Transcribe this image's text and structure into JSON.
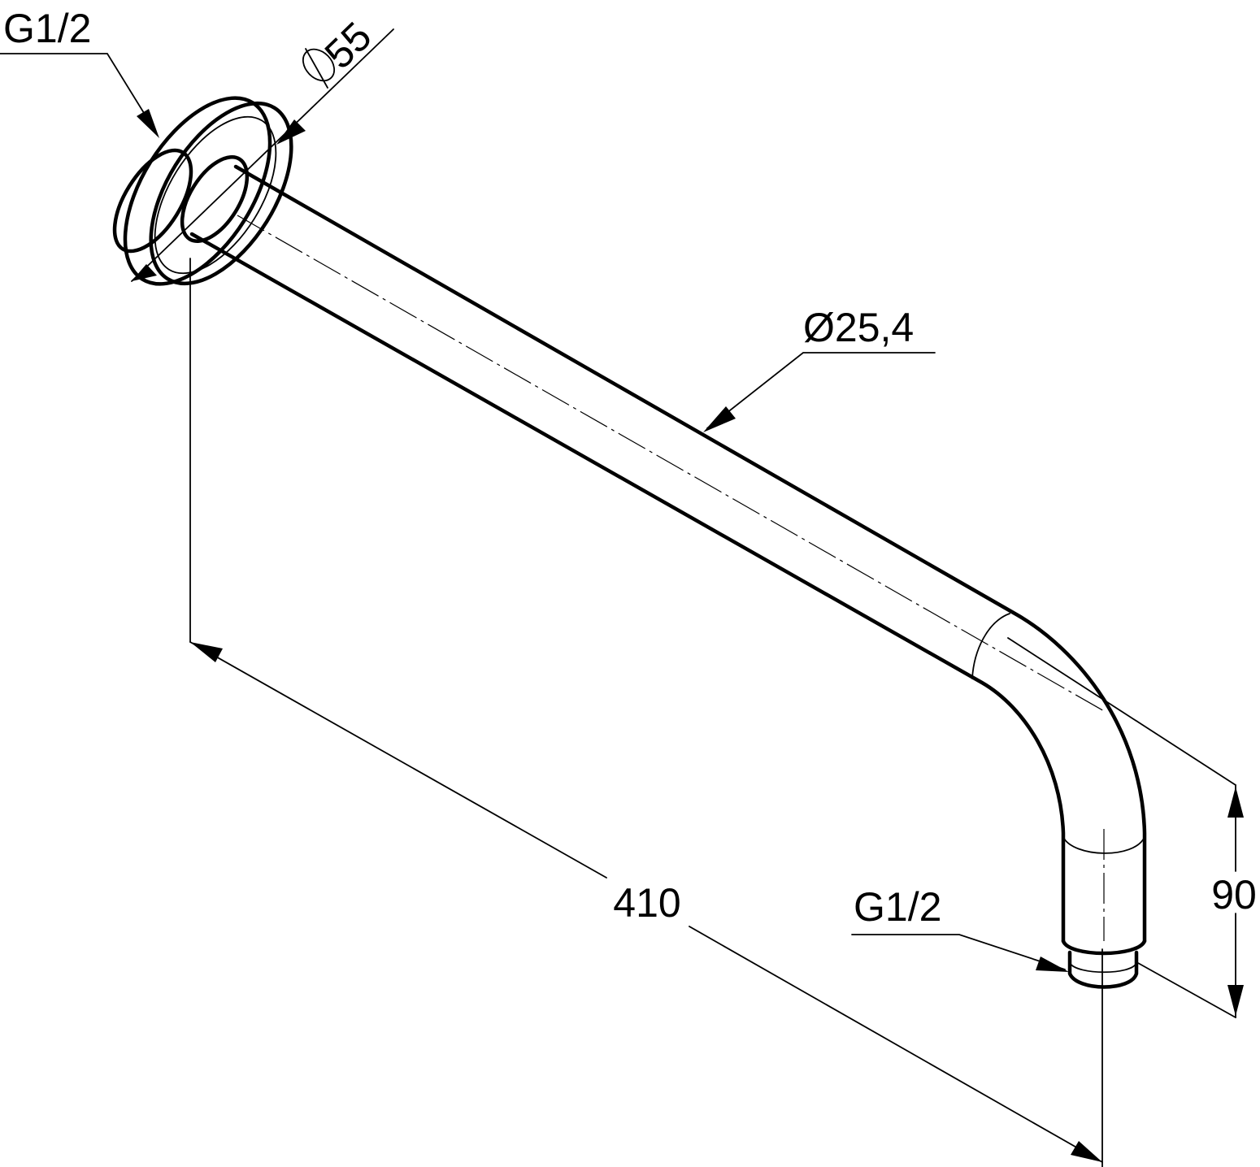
{
  "labels": {
    "flange_thread": "G1/2",
    "flange_diameter": "55",
    "pipe_diameter": "Ø25,4",
    "length": "410",
    "height": "90",
    "outlet_thread": "G1/2"
  }
}
